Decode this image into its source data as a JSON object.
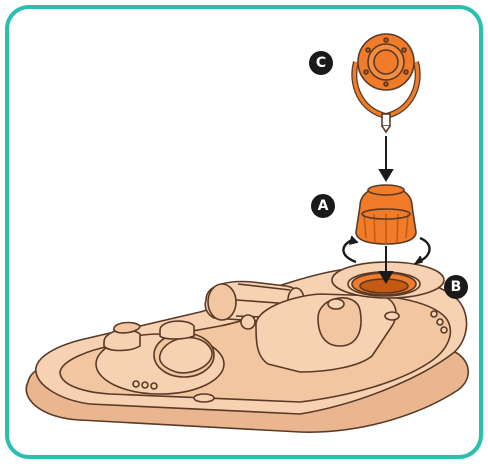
{
  "colors": {
    "frame_border": "#2bbfae",
    "base_fill": "#f6d2b3",
    "base_shadow": "#e9b690",
    "outline": "#5a3a26",
    "part_orange": "#f07c2a",
    "part_orange_dark": "#c75a12",
    "arrow": "#1a1a1a"
  },
  "callouts": {
    "a": "A",
    "b": "B",
    "c": "C"
  },
  "icons": {
    "rotate": "rotate-arrows-icon",
    "down_arrow": "down-arrow-icon"
  }
}
